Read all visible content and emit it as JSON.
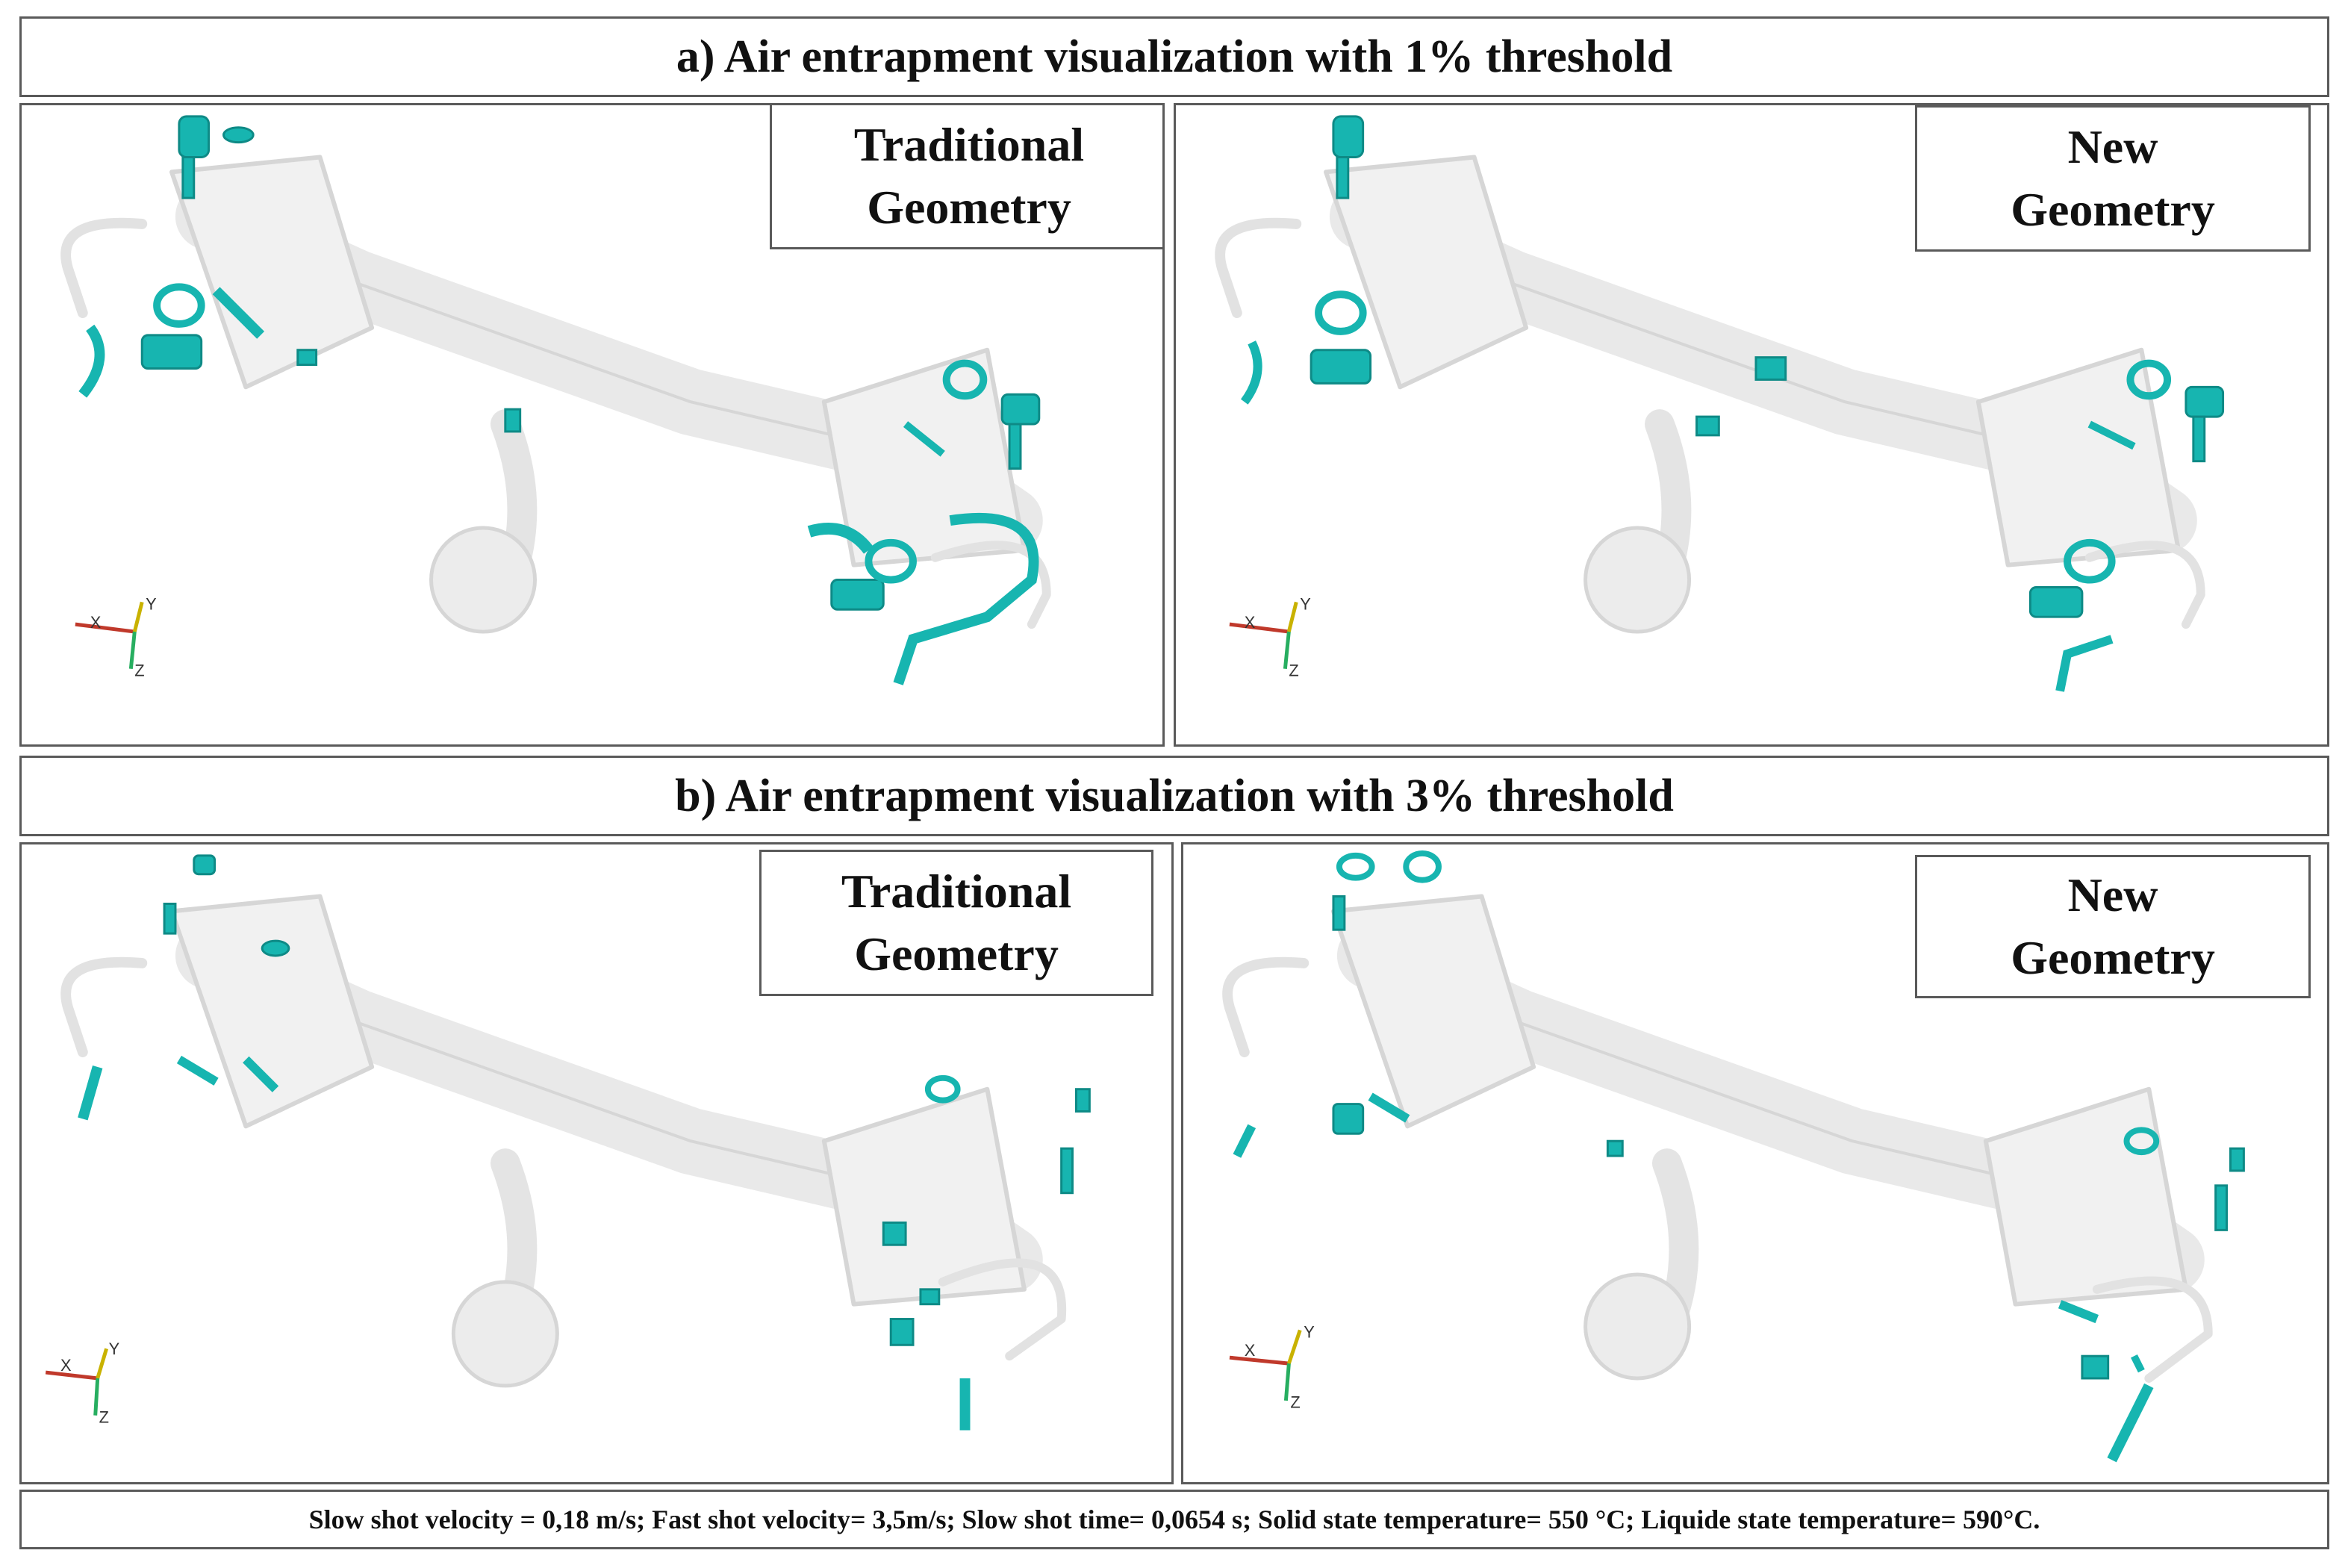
{
  "sections": {
    "a": {
      "title": "a) Air entrapment visualization with 1% threshold"
    },
    "b": {
      "title": "b) Air entrapment visualization with 3% threshold"
    }
  },
  "panels": {
    "traditional": {
      "line1": "Traditional",
      "line2": "Geometry"
    },
    "new": {
      "line1": "New",
      "line2": "Geometry"
    }
  },
  "axis_labels": {
    "x": "X",
    "y": "Y",
    "z": "Z"
  },
  "footer": "Slow shot velocity = 0,18 m/s; Fast shot velocity= 3,5m/s; Slow shot time= 0,0654 s; Solid state temperature= 550 °C; Liquide state temperature= 590°C.",
  "colors": {
    "air_entrapment": "#17b5b0",
    "casting_part": "#d9d9d9",
    "axis_x": "#c0392b",
    "axis_y": "#c9b200",
    "axis_z": "#27ae60"
  }
}
